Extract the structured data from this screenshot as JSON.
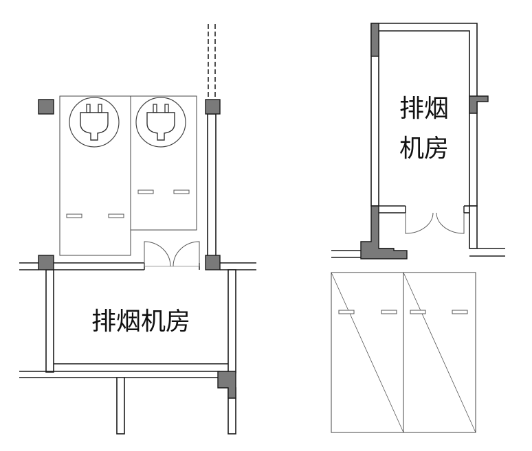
{
  "diagram": {
    "left_room_label": "排烟机房",
    "right_room_label_line1": "排烟",
    "right_room_label_line2": "机房",
    "icons": [
      "power-plug-icon",
      "power-plug-icon"
    ],
    "colors": {
      "wall_stroke": "#1a1a1a",
      "column_fill": "#7a7a7a",
      "background": "#ffffff"
    }
  }
}
